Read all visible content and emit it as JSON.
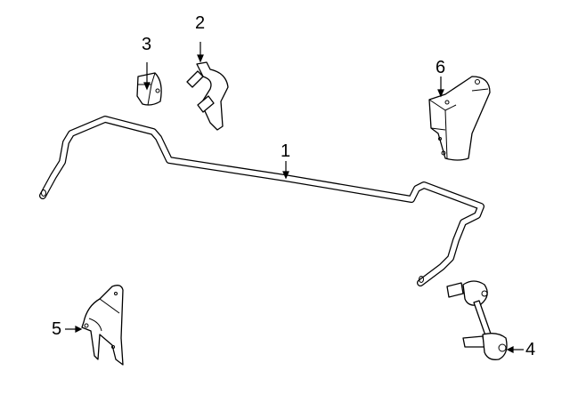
{
  "diagram": {
    "callouts": [
      {
        "number": "1",
        "part": "stabilizer-bar"
      },
      {
        "number": "2",
        "part": "bracket"
      },
      {
        "number": "3",
        "part": "bushing"
      },
      {
        "number": "4",
        "part": "stabilizer-link"
      },
      {
        "number": "5",
        "part": "mount-bracket-left"
      },
      {
        "number": "6",
        "part": "mount-bracket-right"
      }
    ]
  }
}
